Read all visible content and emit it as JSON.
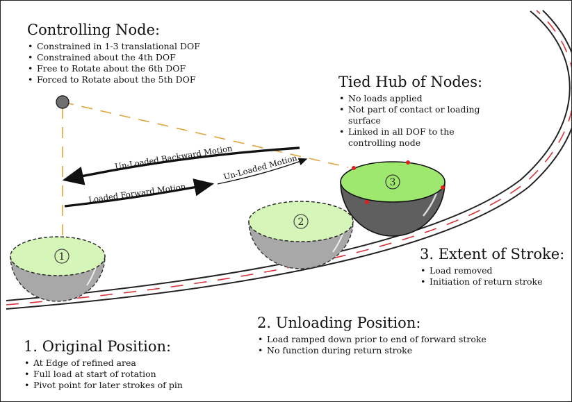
{
  "controlling_node": {
    "title": "Controlling Node:",
    "bullets": [
      "Constrained in 1-3 translational DOF",
      "Constrained about the 4th DOF",
      "Free to Rotate about the 6th DOF",
      "Forced to Rotate about the 5th DOF"
    ]
  },
  "tied_hub": {
    "title": "Tied Hub of Nodes:",
    "bullets": [
      "No loads applied",
      "Not part of contact or loading surface",
      "Linked in all DOF to the controlling node"
    ]
  },
  "extent_of_stroke": {
    "title": "3. Extent of Stroke:",
    "bullets": [
      "Load removed",
      "Initiation of return stroke"
    ]
  },
  "unloading_position": {
    "title": "2. Unloading Position:",
    "bullets": [
      "Load ramped down prior to end of forward stroke",
      "No function during return stroke"
    ]
  },
  "original_position": {
    "title": "1. Original Position:",
    "bullets": [
      "At Edge of refined area",
      "Full load at start of rotation",
      "Pivot point for later strokes of pin"
    ]
  },
  "motions": {
    "backward": "Un-Loaded Backward Motion",
    "unloaded": "Un-Loaded Motion",
    "forward": "Loaded Forward Motion"
  },
  "pin_labels": {
    "pin1": "1",
    "pin2": "2",
    "pin3": "3"
  },
  "colors": {
    "top_face": "#d6f5b8",
    "active_face": "#9fe870",
    "pin_body": "#a8a8a8",
    "active_body": "#5f5f5f",
    "node": "#6f6f6f",
    "dash_line": "#e0a53a",
    "track_dash": "#d9343a",
    "hub_node": "#e02020"
  }
}
